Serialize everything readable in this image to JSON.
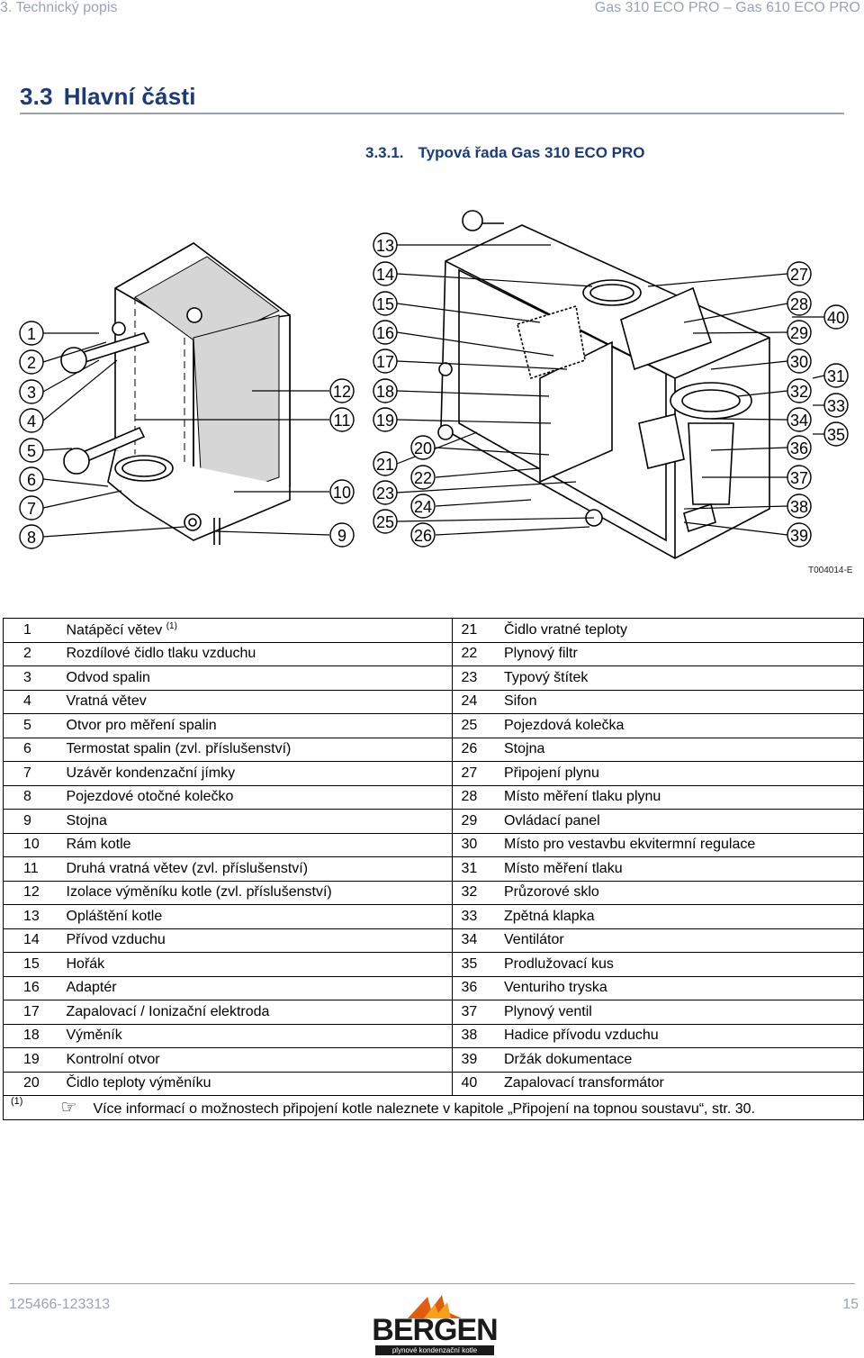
{
  "header": {
    "left": "3. Technický popis",
    "right": "Gas 310 ECO PRO – Gas 610 ECO PRO"
  },
  "section": {
    "number": "3.3",
    "title": "Hlavní části"
  },
  "subsection": {
    "number": "3.3.1.",
    "title": "Typová řada Gas 310 ECO PRO"
  },
  "figure": {
    "code": "T004014-E",
    "callouts_left": [
      "1",
      "2",
      "3",
      "4",
      "5",
      "6",
      "7",
      "8"
    ],
    "callouts_mid": [
      "12",
      "11",
      "10",
      "9"
    ],
    "callouts_rl": [
      "13",
      "14",
      "15",
      "16",
      "17",
      "18",
      "19",
      "21",
      "23",
      "25"
    ],
    "callouts_r2": [
      "20",
      "22",
      "24",
      "26"
    ],
    "callouts_right": [
      "27",
      "28",
      "29",
      "30",
      "32",
      "34",
      "36",
      "37",
      "38",
      "39"
    ],
    "callouts_far": [
      "40",
      "31",
      "33",
      "35"
    ]
  },
  "legend": {
    "rows": [
      {
        "n1": "1",
        "t1": "Natápěcí větev",
        "sup1": "(1)",
        "n2": "21",
        "t2": "Čidlo vratné teploty"
      },
      {
        "n1": "2",
        "t1": "Rozdílové čidlo tlaku vzduchu",
        "n2": "22",
        "t2": "Plynový filtr"
      },
      {
        "n1": "3",
        "t1": "Odvod spalin",
        "n2": "23",
        "t2": "Typový štítek"
      },
      {
        "n1": "4",
        "t1": "Vratná větev",
        "n2": "24",
        "t2": "Sifon"
      },
      {
        "n1": "5",
        "t1": "Otvor pro měření spalin",
        "n2": "25",
        "t2": "Pojezdová kolečka"
      },
      {
        "n1": "6",
        "t1": "Termostat spalin (zvl. příslušenství)",
        "n2": "26",
        "t2": "Stojna"
      },
      {
        "n1": "7",
        "t1": "Uzávěr kondenzační jímky",
        "n2": "27",
        "t2": "Připojení plynu"
      },
      {
        "n1": "8",
        "t1": "Pojezdové otočné kolečko",
        "n2": "28",
        "t2": "Místo měření tlaku plynu"
      },
      {
        "n1": "9",
        "t1": "Stojna",
        "n2": "29",
        "t2": "Ovládací panel"
      },
      {
        "n1": "10",
        "t1": "Rám kotle",
        "n2": "30",
        "t2": "Místo pro vestavbu ekvitermní regulace"
      },
      {
        "n1": "11",
        "t1": "Druhá vratná větev (zvl. příslušenství)",
        "n2": "31",
        "t2": "Místo měření tlaku"
      },
      {
        "n1": "12",
        "t1": "Izolace výměníku kotle (zvl. příslušenství)",
        "n2": "32",
        "t2": "Průzorové sklo"
      },
      {
        "n1": "13",
        "t1": "Opláštění kotle",
        "n2": "33",
        "t2": "Zpětná klapka"
      },
      {
        "n1": "14",
        "t1": "Přívod vzduchu",
        "n2": "34",
        "t2": "Ventilátor"
      },
      {
        "n1": "15",
        "t1": "Hořák",
        "n2": "35",
        "t2": "Prodlužovací kus"
      },
      {
        "n1": "16",
        "t1": "Adaptér",
        "n2": "36",
        "t2": "Venturiho tryska"
      },
      {
        "n1": "17",
        "t1": "Zapalovací / Ionizační elektroda",
        "n2": "37",
        "t2": "Plynový ventil"
      },
      {
        "n1": "18",
        "t1": "Výměník",
        "n2": "38",
        "t2": "Hadice přívodu vzduchu"
      },
      {
        "n1": "19",
        "t1": "Kontrolní otvor",
        "n2": "39",
        "t2": "Držák dokumentace"
      },
      {
        "n1": "20",
        "t1": "Čidlo teploty výměníku",
        "n2": "40",
        "t2": "Zapalovací transformátor"
      }
    ],
    "note": {
      "mark": "(1)",
      "text": "Více informací o možnostech připojení kotle naleznete v kapitole „Připojení na topnou soustavu“, str. 30."
    }
  },
  "footer": {
    "left": "125466-123313",
    "right": "15"
  },
  "logo": {
    "word": "BERGEN",
    "tagline": "plynové kondenzační kotle"
  }
}
